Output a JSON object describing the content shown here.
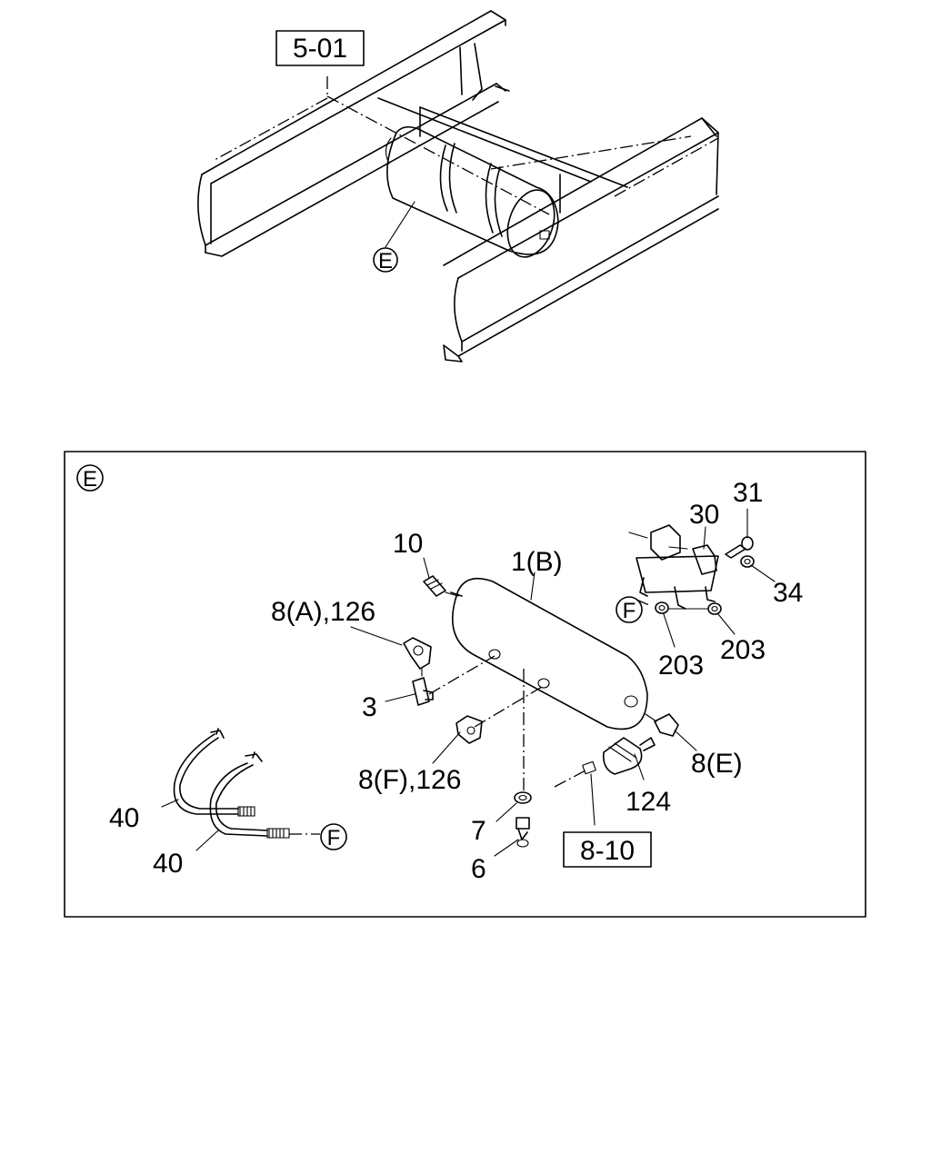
{
  "overview": {
    "ref_label": "5-01",
    "callout": "E"
  },
  "detail": {
    "view_marker": "E",
    "callout_f_1": "F",
    "callout_f_2": "F",
    "ref_label": "8-10",
    "parts": {
      "p1b": "1(B)",
      "p10": "10",
      "p8a": "8(A),126",
      "p3": "3",
      "p8f": "8(F),126",
      "p7": "7",
      "p6": "6",
      "p124": "124",
      "p8e": "8(E)",
      "p30": "30",
      "p31": "31",
      "p34": "34",
      "p203a": "203",
      "p203b": "203",
      "p40a": "40",
      "p40b": "40"
    }
  }
}
